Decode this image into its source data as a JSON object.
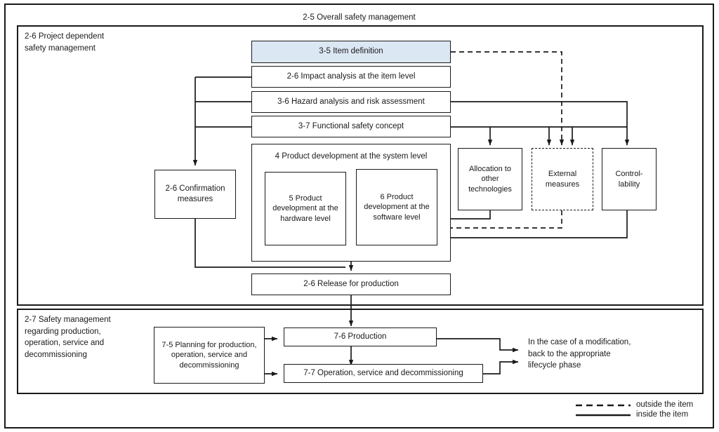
{
  "diagram": {
    "title": "2-5 Overall safety management",
    "frames": [
      {
        "id": "project-dependent",
        "label": "2-6 Project dependent\nsafety management"
      },
      {
        "id": "safety-management-production",
        "label": "2-7 Safety management\nregarding production,\noperation, service and\ndecommissioning"
      }
    ],
    "boxes": {
      "item_definition": "3-5 Item definition",
      "impact_analysis": "2-6 Impact analysis at the item level",
      "hazard_analysis": "3-6 Hazard analysis and risk assessment",
      "functional_safety_concept": "3-7 Functional safety concept",
      "system_level": "4 Product development at the system level",
      "hardware_level": "5 Product development at the hardware level",
      "software_level": "6 Product development at the software level",
      "confirmation_measures": "2-6 Confirmation measures",
      "allocation": "Allocation to other technologies",
      "external_measures": "External measures",
      "controllability": "Control-lability",
      "release_production": "2-6 Release for production",
      "planning": "7-5 Planning for production, operation, service and decommissioning",
      "production": "7-6 Production",
      "operation": "7-7 Operation, service and decommissioning"
    },
    "annotation": {
      "modification_note": "In the case of a modification,\nback to the appropriate\nlifecycle phase"
    },
    "legend": {
      "outside": "outside the item",
      "inside": "inside the item"
    },
    "colors": {
      "highlight": "#dce7f4",
      "line": "#1a1a1a",
      "background": "#ffffff"
    }
  }
}
